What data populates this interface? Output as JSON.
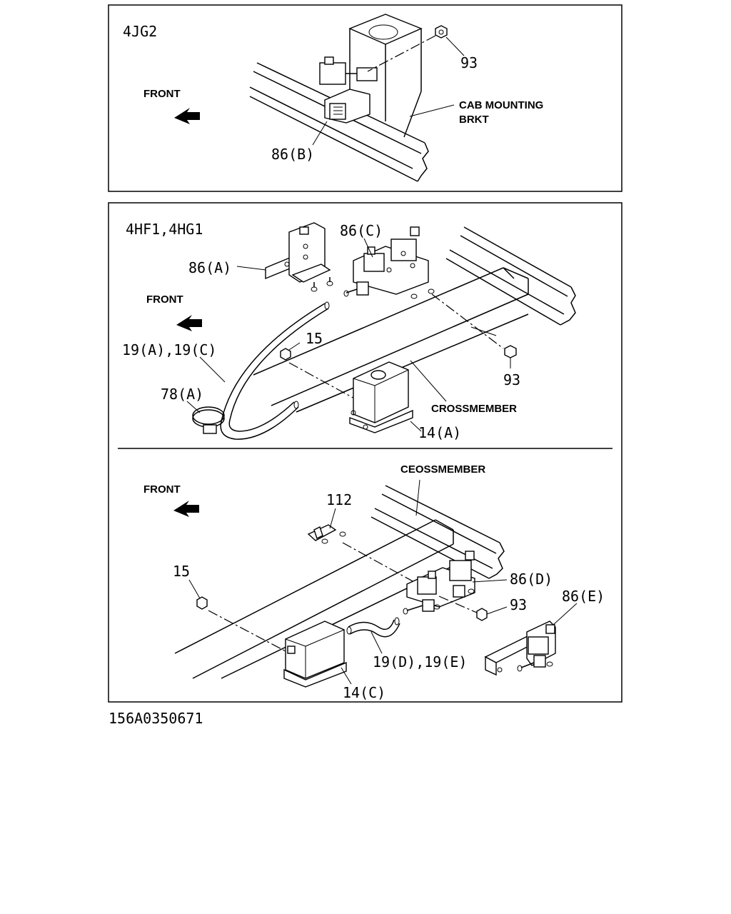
{
  "panels": {
    "top": {
      "engine": "4JG2",
      "front": "FRONT",
      "callouts": {
        "nut": "93",
        "bracket_line1": "CAB MOUNTING",
        "bracket_line2": "BRKT",
        "valve": "86(B)"
      }
    },
    "middle": {
      "engine": "4HF1,4HG1",
      "front": "FRONT",
      "callouts": {
        "valve_a": "86(A)",
        "valve_c": "86(C)",
        "hose": "19(A),19(C)",
        "clamp": "78(A)",
        "nut_left": "15",
        "nut_right": "93",
        "crossmember": "CROSSMEMBER",
        "tank": "14(A)"
      }
    },
    "bottom": {
      "front": "FRONT",
      "callouts": {
        "crossmember": "CEOSSMEMBER",
        "bracket": "112",
        "nut_left": "15",
        "valve_d": "86(D)",
        "nut_right": "93",
        "valve_e": "86(E)",
        "hose": "19(D),19(E)",
        "tank": "14(C)"
      }
    }
  },
  "figure_id": "156A0350671",
  "colors": {
    "ink": "#000000",
    "paper": "#ffffff"
  }
}
